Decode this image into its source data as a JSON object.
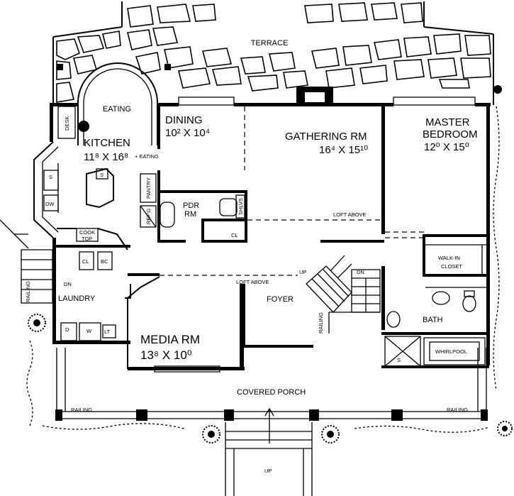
{
  "rooms": {
    "terrace": "TERRACE",
    "eating": "EATING",
    "dining": "DINING",
    "dining_dim": "10² X 10⁴",
    "kitchen": "KITCHEN",
    "kitchen_dim": "11⁸ X 16⁸",
    "kitchen_note": "+ EATING",
    "gathering": "GATHERING RM",
    "gathering_dim": "16⁴ X 15¹⁰",
    "master1": "MASTER",
    "master2": "BEDROOM",
    "master_dim": "12⁰ X 15⁰",
    "pdr1": "PDR",
    "pdr2": "RM",
    "laundry": "LAUNDRY",
    "media": "MEDIA RM",
    "media_dim": "13⁸ X 10⁰",
    "foyer": "FOYER",
    "bath": "BATH",
    "walkin1": "WALK-IN",
    "walkin2": "CLOSET",
    "porch": "COVERED PORCH"
  },
  "labels": {
    "desk": "DESK",
    "sink": "S",
    "dw": "DW",
    "pantry": "PANTRY",
    "refg": "REF'G",
    "shlvs": "SHLVS",
    "cl": "CL",
    "bc": "BC",
    "cook": "COOK",
    "top": "TOP",
    "dn": "DN",
    "up": "UP",
    "loft_above": "LOFT ABOVE",
    "railing": "RAILING",
    "d": "D",
    "w": "W",
    "lt": "LT",
    "whirlpool": "WHIRLPOOL",
    "shower": "S"
  },
  "icons": [
    "stone-pattern",
    "tree-symbol",
    "shrub-symbol",
    "toilet-symbol",
    "sink-symbol",
    "up-arrow-icon"
  ]
}
